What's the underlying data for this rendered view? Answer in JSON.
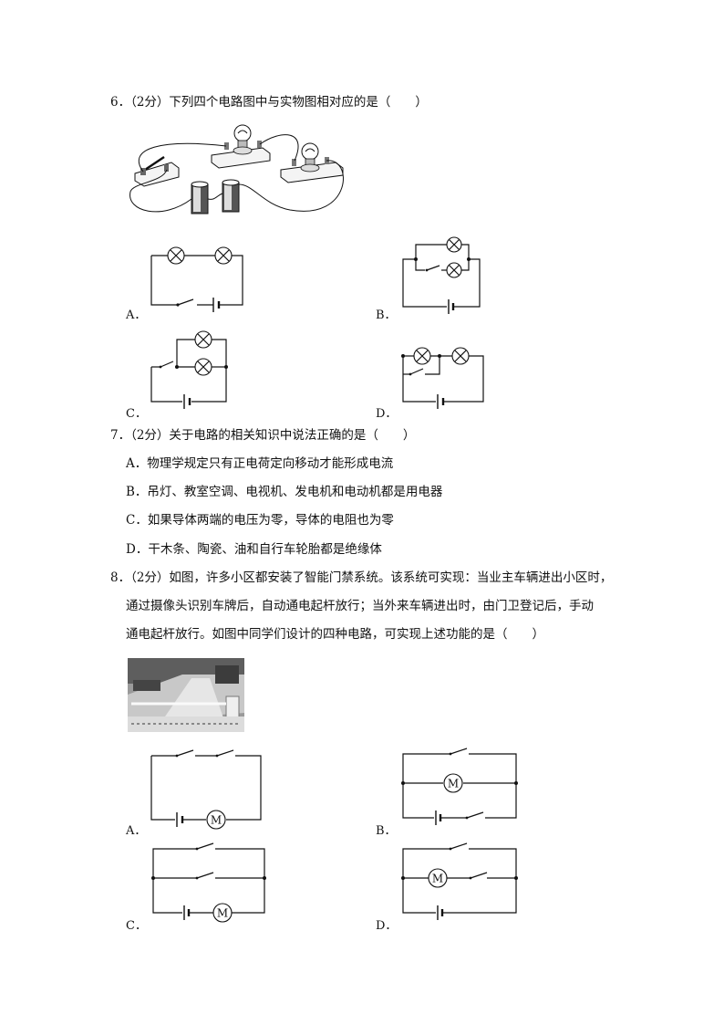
{
  "q6": {
    "stem": "6．（2分）下列四个电路图中与实物图相对应的是（　　）",
    "options": [
      "A．",
      "B．",
      "C．",
      "D．"
    ]
  },
  "q7": {
    "stem": "7．（2分）关于电路的相关知识中说法正确的是（　　）",
    "options": [
      "A．物理学规定只有正电荷定向移动才能形成电流",
      "B．吊灯、教室空调、电视机、发电机和电动机都是用电器",
      "C．如果导体两端的电压为零，导体的电阻也为零",
      "D．干木条、陶瓷、油和自行车轮胎都是绝缘体"
    ]
  },
  "q8": {
    "stem_lines": [
      "8．（2分）如图，许多小区都安装了智能门禁系统。该系统可实现：当业主车辆进出小区时，",
      "通过摄像头识别车牌后，自动通电起杆放行；当外来车辆进出时，由门卫登记后，手动",
      "通电起杆放行。如图中同学们设计的四种电路，可实现上述功能的是（　　）"
    ],
    "options": [
      "A．",
      "B．",
      "C．",
      "D．"
    ],
    "motor_symbol": "M"
  }
}
